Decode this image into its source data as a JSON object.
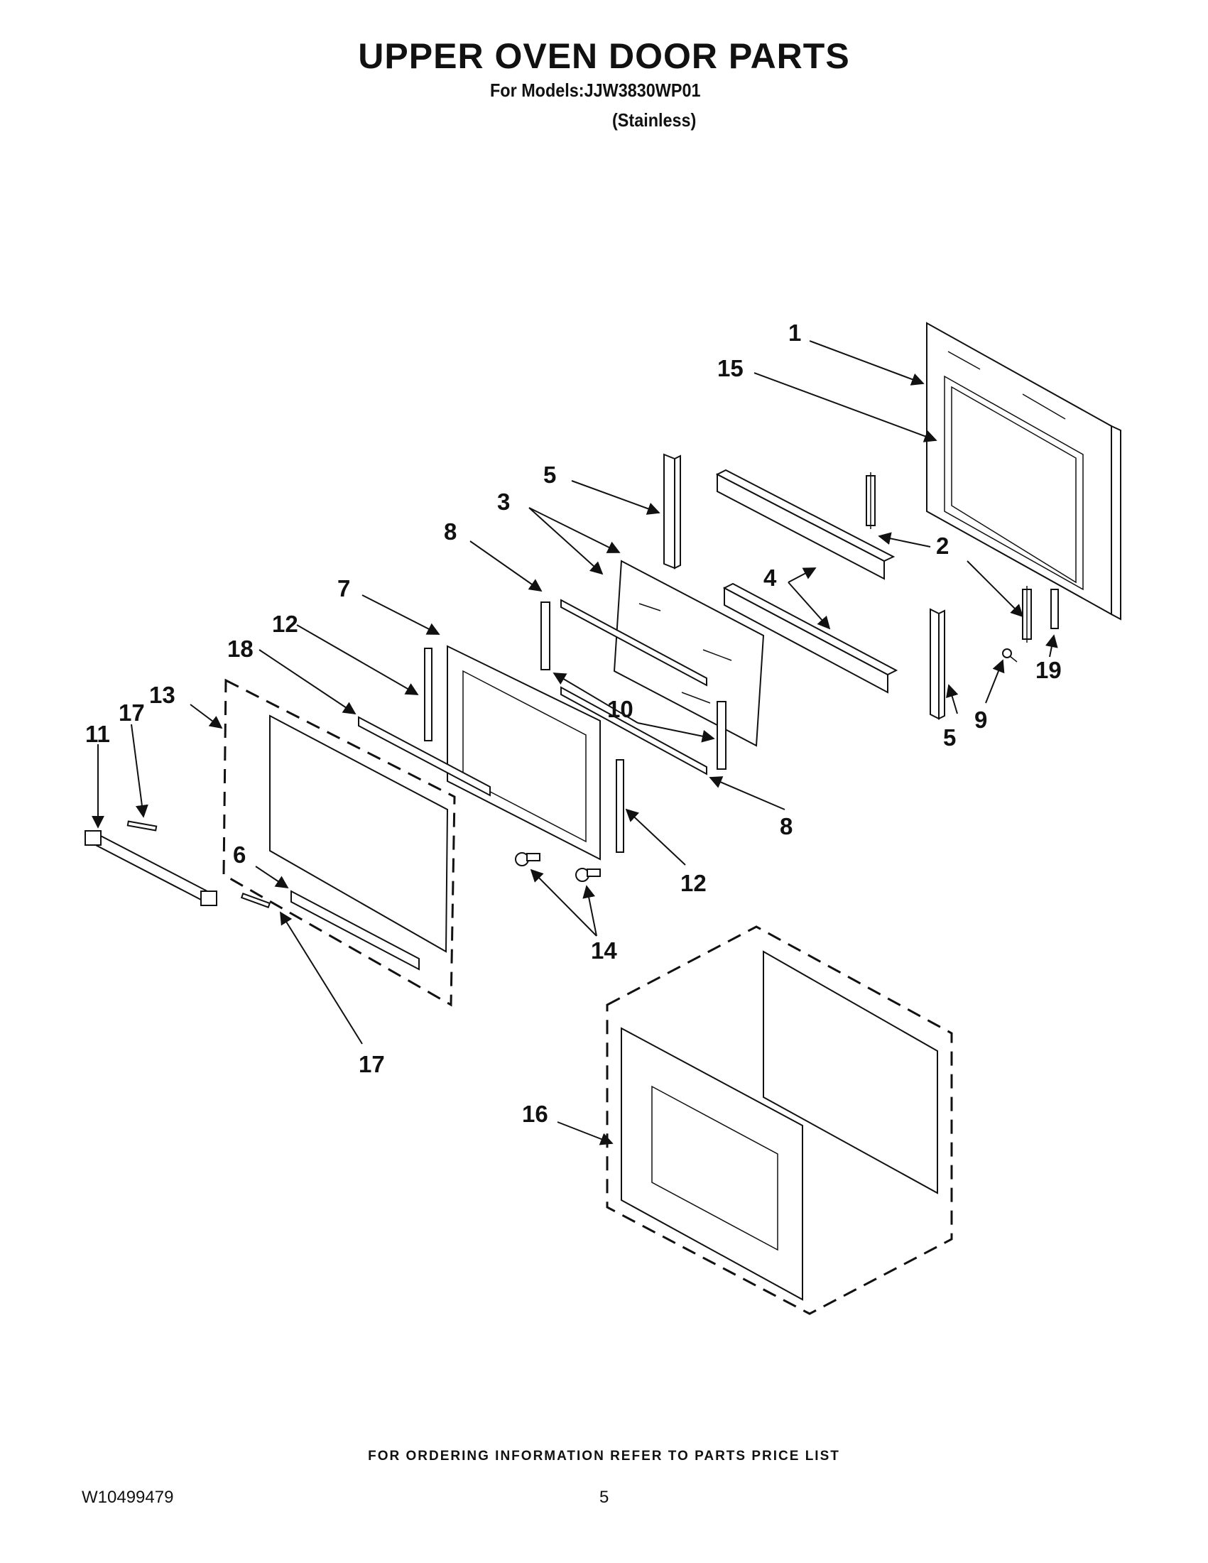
{
  "header": {
    "title": "UPPER OVEN DOOR PARTS",
    "models_line": "For Models:JJW3830WP01",
    "finish_line": "(Stainless)"
  },
  "callouts": [
    "1",
    "15",
    "5",
    "3",
    "8",
    "2",
    "4",
    "7",
    "12",
    "10",
    "18",
    "13",
    "17",
    "11",
    "19",
    "9",
    "5",
    "12",
    "8",
    "6",
    "14",
    "17",
    "16"
  ],
  "footer": {
    "ordering_note": "FOR ORDERING INFORMATION REFER TO PARTS PRICE LIST",
    "document_number": "W10499479",
    "page_number": "5"
  }
}
